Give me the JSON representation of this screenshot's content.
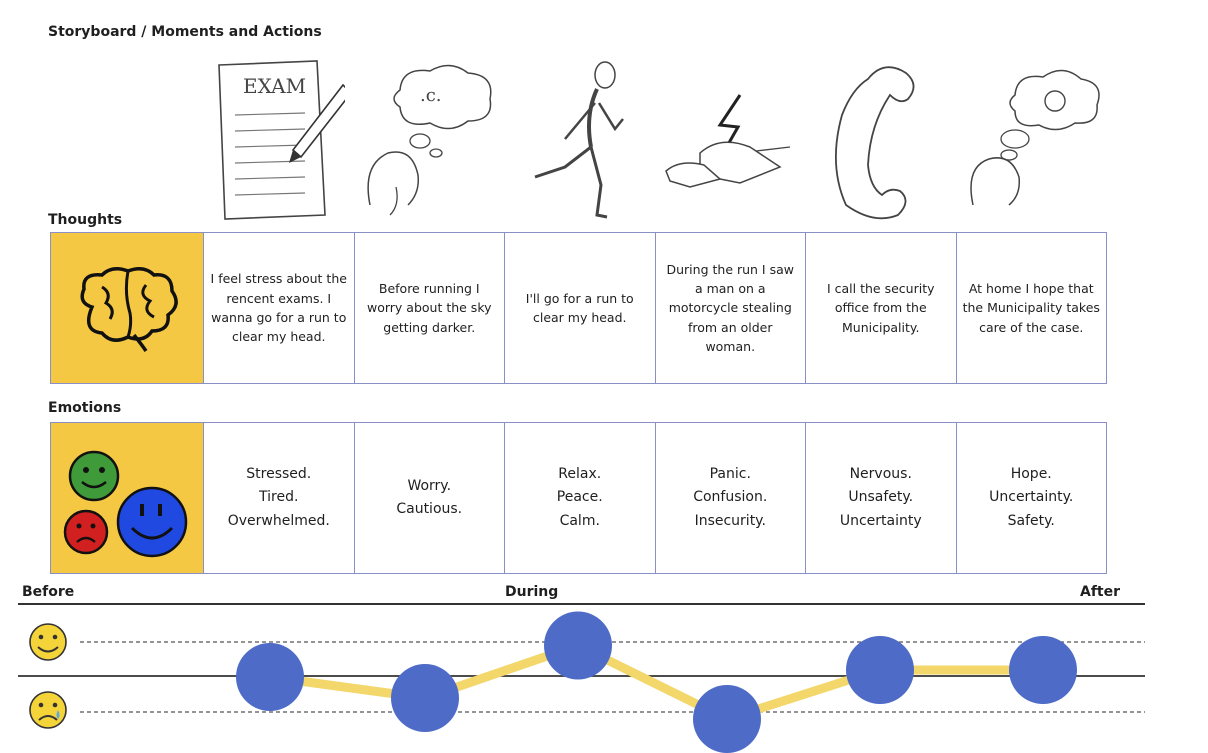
{
  "title": "Storyboard / Moments and Actions",
  "sketches": [
    {
      "icon": "exam-paper-icon",
      "text": "EXAM"
    },
    {
      "icon": "thinking-cloud-icon"
    },
    {
      "icon": "runner-icon"
    },
    {
      "icon": "theft-icon"
    },
    {
      "icon": "phone-handset-icon"
    },
    {
      "icon": "hope-cloud-icon"
    }
  ],
  "thoughts": {
    "label": "Thoughts",
    "icon": "brain-icon",
    "items": [
      "I feel stress about the rencent exams. I wanna go for a run to clear my head.",
      "Before running I worry about the sky getting darker.",
      "I'll go for a run to clear my head.",
      "During the run I saw a man on a motorcycle stealing from an older woman.",
      "I call the security office from the Municipality.",
      "At home I hope that the Municipality takes care of the case."
    ]
  },
  "emotions": {
    "label": "Emotions",
    "icon": "smiley-faces-icon",
    "items": [
      "Stressed.\nTired.\nOverwhelmed.",
      "Worry.\nCautious.",
      "Relax.\nPeace.\nCalm.",
      "Panic.\nConfusion.\nInsecurity.",
      "Nervous.\nUnsafety.\nUncertainty",
      "Hope.\nUncertainty.\nSafety."
    ]
  },
  "journey": {
    "before": "Before",
    "during": "During",
    "after": "After",
    "top_icon": "happy-face-icon",
    "bottom_icon": "sad-face-icon",
    "levels": [
      0.5,
      0.2,
      0.95,
      -0.1,
      0.6,
      0.6
    ],
    "colors": {
      "point": "#4d6bc7",
      "line": "#f3d76a",
      "axis": "#333333",
      "accent": "#f5c843"
    }
  }
}
